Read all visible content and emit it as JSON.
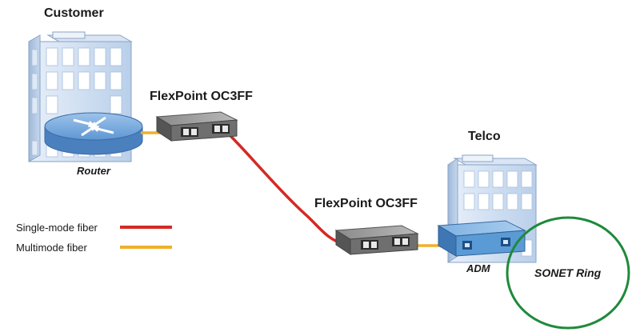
{
  "labels": {
    "customer": "Customer",
    "router": "Router",
    "flexpoint_top": "FlexPoint OC3FF",
    "flexpoint_bottom": "FlexPoint OC3FF",
    "telco": "Telco",
    "adm": "ADM",
    "sonet_ring": "SONET Ring"
  },
  "legend": {
    "single_mode": "Single-mode fiber",
    "multimode": "Multimode fiber"
  },
  "colors": {
    "single_mode_fiber": "#d42a25",
    "multimode_fiber": "#f0b02a",
    "sonet_ring": "#1f8a3b",
    "building_blue": "#c8daf0",
    "converter_gray": "#6f6f6f",
    "adm_blue": "#5b9bd5"
  },
  "icons": {
    "customer_building": "office-building-icon",
    "router": "router-icon",
    "telco_building": "office-building-icon",
    "media_converter": "media-converter-icon",
    "adm": "adm-device-icon"
  }
}
